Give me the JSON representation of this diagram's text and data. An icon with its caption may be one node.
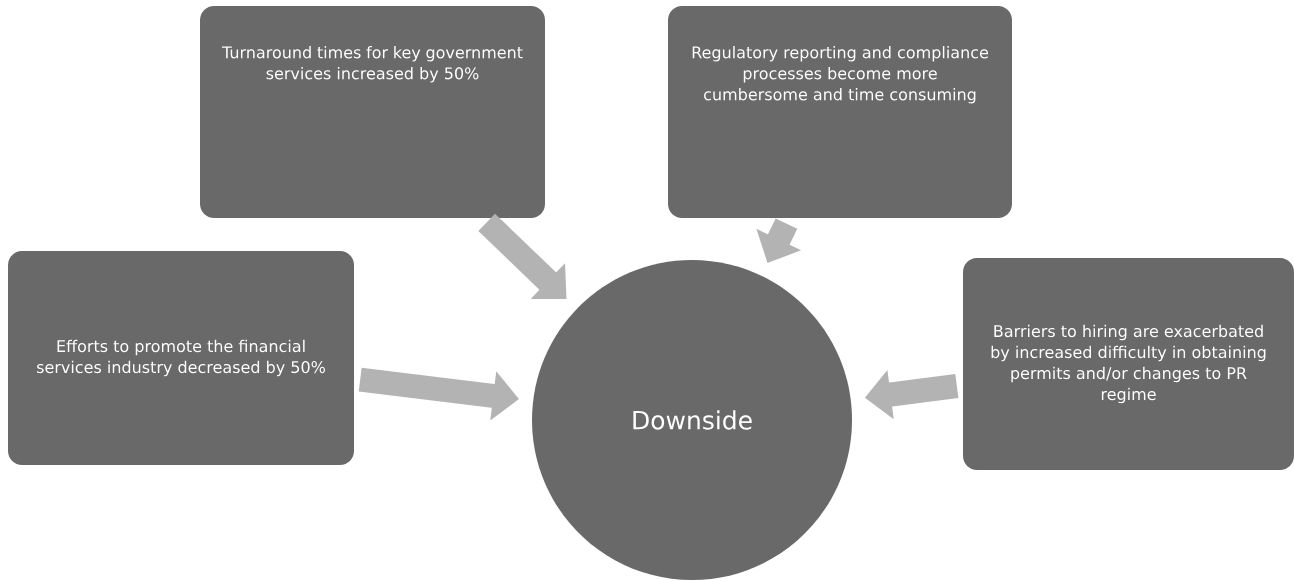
{
  "diagram": {
    "nodes": [
      {
        "text": [
          "Efforts to promote the financial services industry decreased by 50%"
        ]
      },
      {
        "text": [
          "Turnaround times for key government services increased by 50%"
        ]
      },
      {
        "text": [
          "Regulatory reporting and compliance processes become more cumbersome and time consuming"
        ]
      },
      {
        "text": [
          "Barriers to hiring are exacerbated by increased difficulty in obtaining permits and/or changes to PR regime"
        ]
      },
      {
        "text": [
          "Downside"
        ]
      }
    ],
    "edges": [
      {
        "from": 0,
        "to": 4,
        "arrow": "to"
      },
      {
        "from": 1,
        "to": 4,
        "arrow": "to"
      },
      {
        "from": 2,
        "to": 4,
        "arrow": "to"
      },
      {
        "from": 3,
        "to": 4,
        "arrow": "to"
      }
    ]
  }
}
